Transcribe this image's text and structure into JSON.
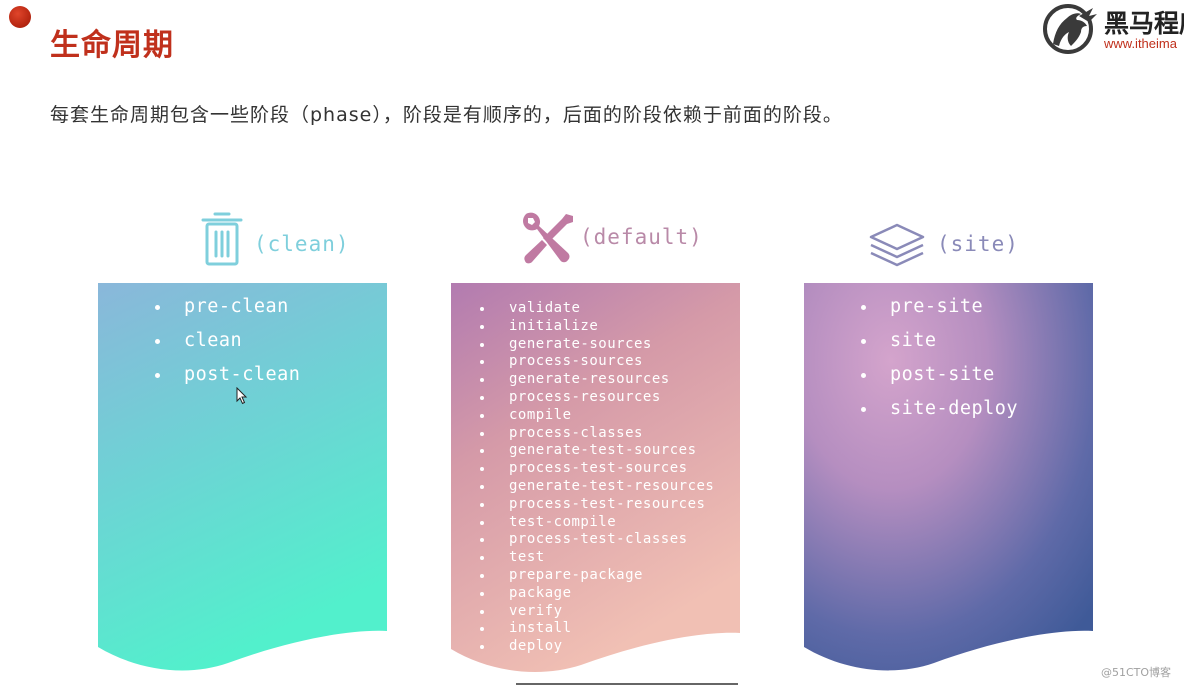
{
  "slide": {
    "title": "生命周期",
    "subtitle": "每套生命周期包含一些阶段（phase），阶段是有顺序的，后面的阶段依赖于前面的阶段。"
  },
  "logo": {
    "name_text": "黑马程序",
    "url_text": "www.itheima"
  },
  "watermark": "@51CTO博客",
  "colors": {
    "title": "#c0301c",
    "clean_heading": "#7fcfdc",
    "default_heading": "#b98aa8",
    "site_heading": "#8a8ab8"
  },
  "columns": [
    {
      "icon": "trash-icon",
      "heading": "(clean)",
      "phases": [
        "pre-clean",
        "clean",
        "post-clean"
      ]
    },
    {
      "icon": "tools-icon",
      "heading": "(default)",
      "phases": [
        "validate",
        "initialize",
        "generate-sources",
        "process-sources",
        "generate-resources",
        "process-resources",
        "compile",
        "process-classes",
        "generate-test-sources",
        "process-test-sources",
        "generate-test-resources",
        "process-test-resources",
        "test-compile",
        "process-test-classes",
        "test",
        "prepare-package",
        "package",
        "verify",
        "install",
        "deploy"
      ]
    },
    {
      "icon": "layers-icon",
      "heading": "(site)",
      "phases": [
        "pre-site",
        "site",
        "post-site",
        "site-deploy"
      ]
    }
  ]
}
